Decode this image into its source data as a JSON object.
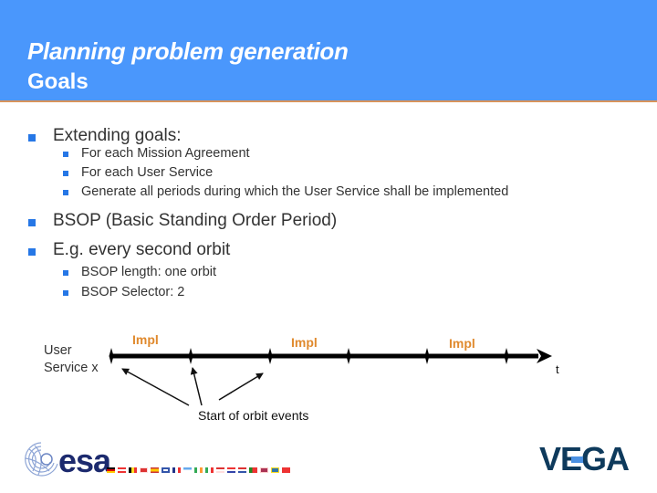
{
  "header": {
    "title_line1": "Planning problem generation",
    "title_line2": "Goals",
    "background_color": "#4a97fc",
    "rule_color": "#d7935b"
  },
  "bullets": [
    {
      "text": "Extending goals:",
      "sub": [
        "For each Mission Agreement",
        "For each User Service",
        "Generate all periods during which the User Service shall be implemented"
      ]
    },
    {
      "text": "BSOP (Basic Standing Order Period)",
      "sub": []
    },
    {
      "text": "E.g. every second orbit",
      "sub": [
        "BSOP length: one orbit",
        "BSOP Selector: 2"
      ]
    }
  ],
  "diagram": {
    "row_label_line1": "User",
    "row_label_line2": "Service x",
    "impl_labels": [
      "Impl",
      "Impl",
      "Impl"
    ],
    "axis_label": "t",
    "events_caption": "Start of orbit events",
    "impl_color": "#e08a2e"
  },
  "footer": {
    "left_logo": "esa",
    "right_logo": "VEGA"
  }
}
